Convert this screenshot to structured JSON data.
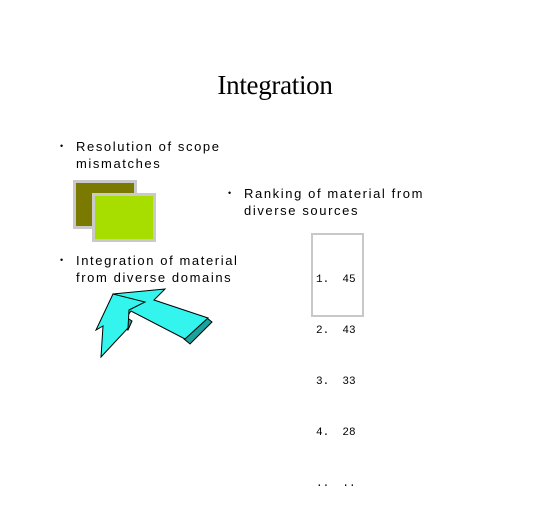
{
  "slide": {
    "title": "Integration",
    "bullets": [
      {
        "marker": "•",
        "lines": [
          "Resolution of scope",
          "mismatches"
        ]
      },
      {
        "marker": "•",
        "lines": [
          "Ranking of material from",
          "diverse sources"
        ]
      },
      {
        "marker": "•",
        "lines": [
          "Integration of material",
          "from diverse domains"
        ]
      }
    ],
    "ranking": [
      "1.  45",
      "2.  43",
      "3.  33",
      "4.  28",
      "..  .."
    ]
  },
  "colors": {
    "square_back": "#7a7a00",
    "square_front": "#a8dd00",
    "arrow_fill": "#33f5ee",
    "arrow_side": "#1aa39c"
  }
}
